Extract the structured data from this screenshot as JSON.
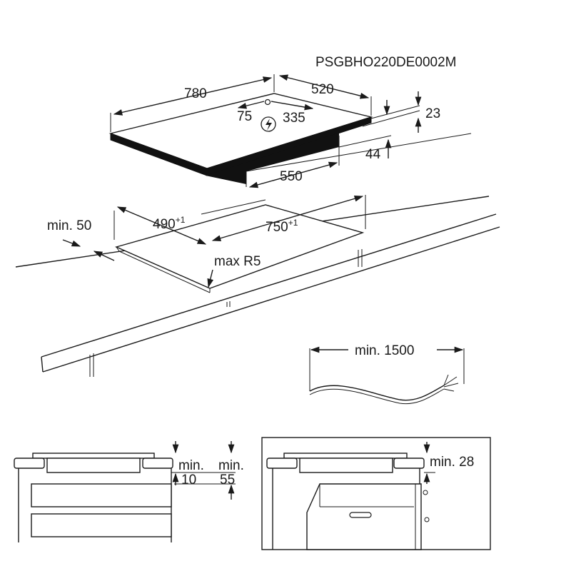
{
  "drawing_code": "PSGBHO220DE0002M",
  "hob": {
    "width": "780",
    "depth": "520",
    "thickness": "23",
    "conn_left": "75",
    "conn_right": "335",
    "under_height": "44",
    "under_width": "550"
  },
  "cutout": {
    "min_gap": "min. 50",
    "depth_value": "490",
    "depth_tol": "+1",
    "width_value": "750",
    "width_tol": "+1",
    "radius": "max R5"
  },
  "cable": {
    "min_length": "min. 1500"
  },
  "install_left": {
    "gap_a_label": "min.",
    "gap_a_value": "10",
    "gap_b_label": "min.",
    "gap_b_value": "55"
  },
  "install_right": {
    "gap_label": "min. 28"
  },
  "icons": [
    "electrical-connection-icon"
  ]
}
